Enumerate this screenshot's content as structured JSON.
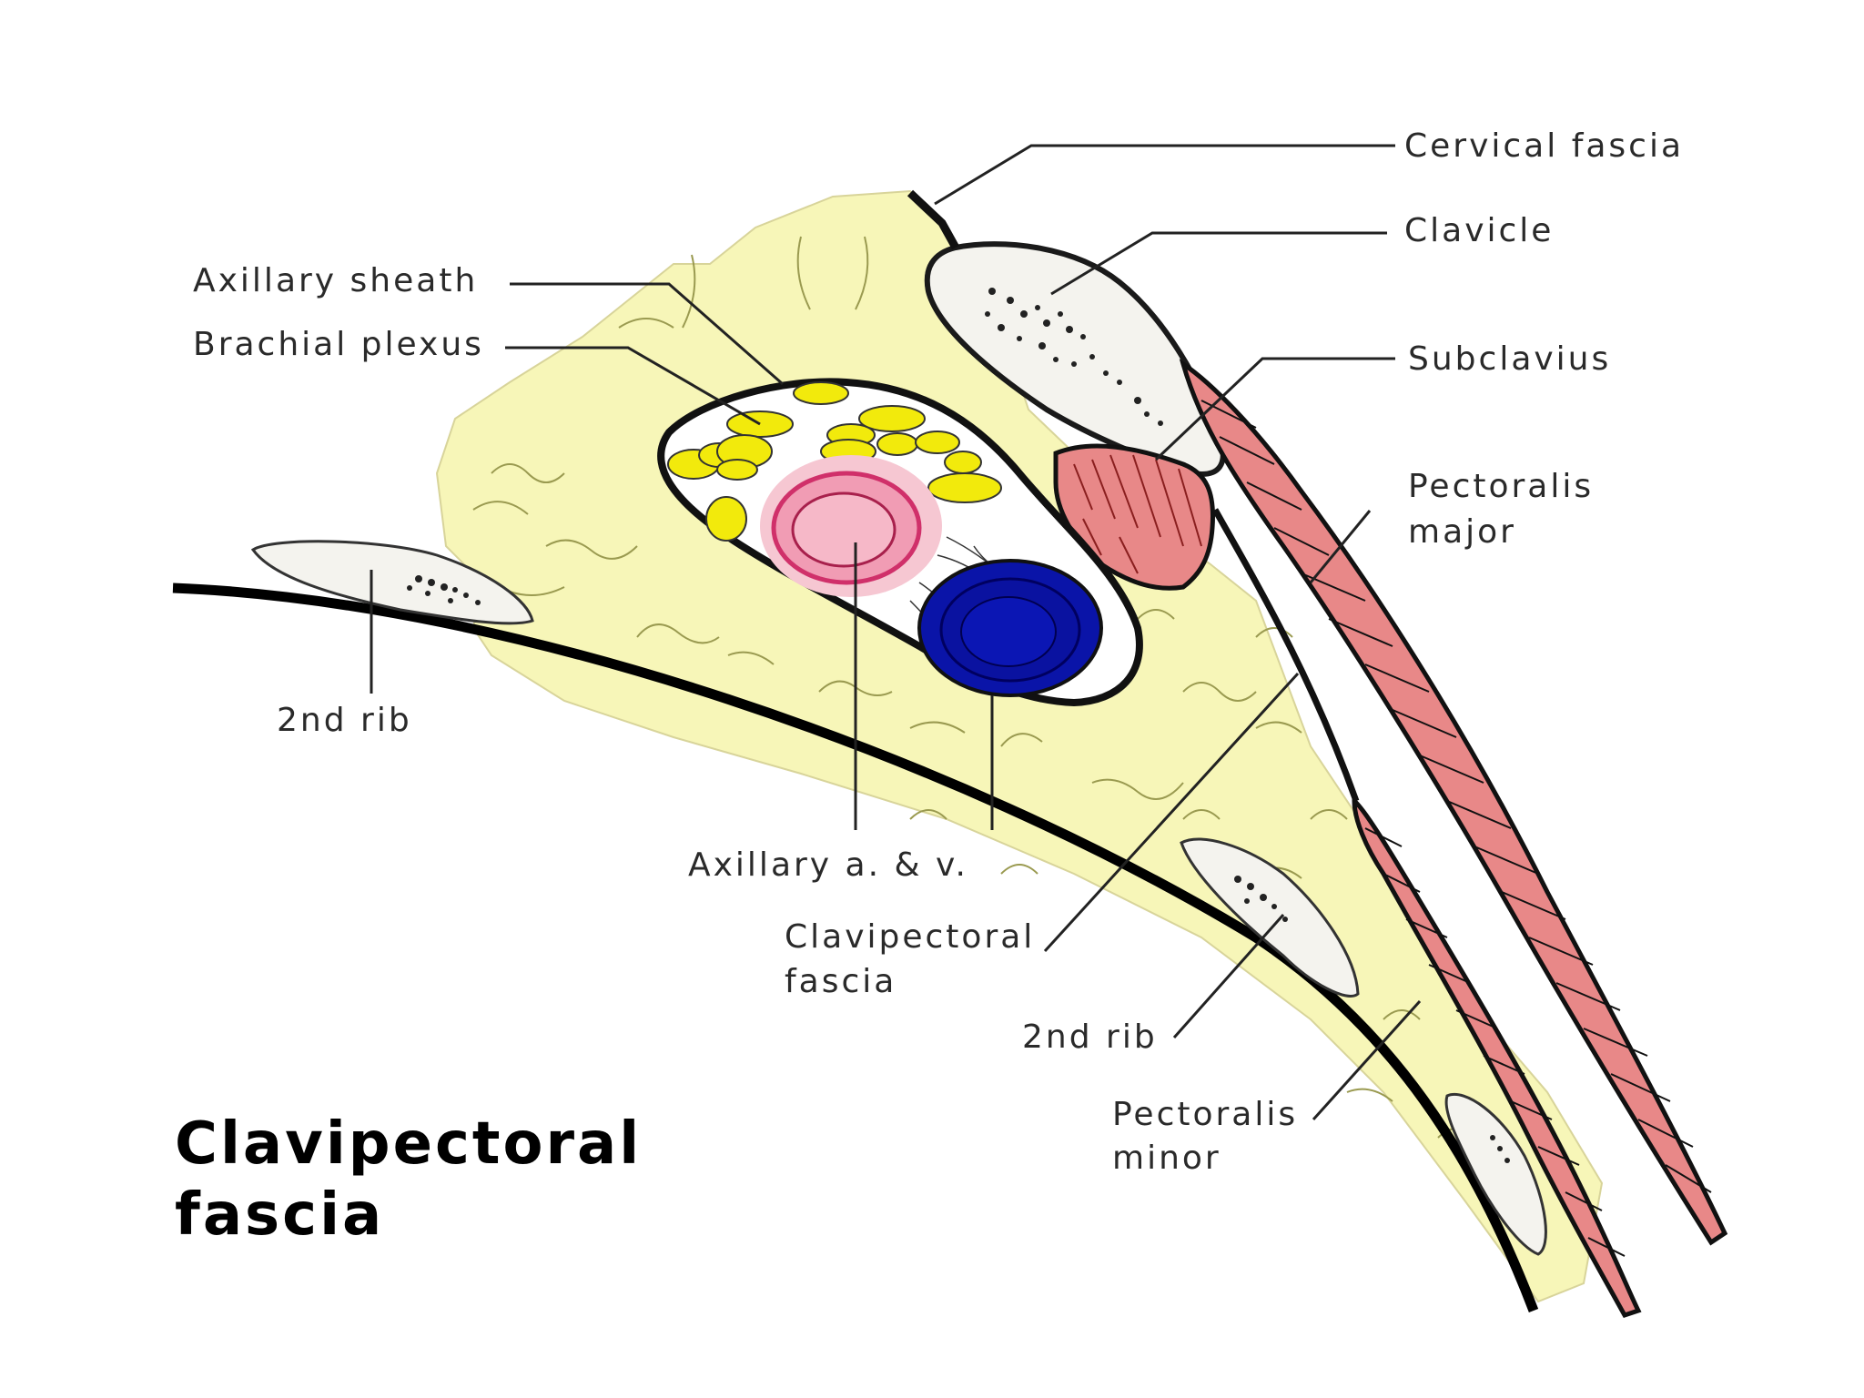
{
  "title": {
    "line1": "Clavipectoral",
    "line2": "fascia"
  },
  "labels": {
    "cervical_fascia": "Cervical fascia",
    "clavicle": "Clavicle",
    "subclavius": "Subclavius",
    "pectoralis_major_line1": "Pectoralis",
    "pectoralis_major_line2": "major",
    "axillary_sheath": "Axillary sheath",
    "brachial_plexus": "Brachial plexus",
    "second_rib_left": "2nd rib",
    "axillary_vessels": "Axillary a. &  v.",
    "clavipectoral_fascia_line1": "Clavipectoral",
    "clavipectoral_fascia_line2": "fascia",
    "second_rib_right": "2nd rib",
    "pectoralis_minor_line1": "Pectoralis",
    "pectoralis_minor_line2": "minor"
  },
  "colors": {
    "fat": "#f7f6b8",
    "muscle": "#e88888",
    "bone": "#f4f3ee",
    "nerve": "#f2ea0c",
    "artery": "#f19cb4",
    "vein": "#0a14a8",
    "outline": "#111111"
  }
}
